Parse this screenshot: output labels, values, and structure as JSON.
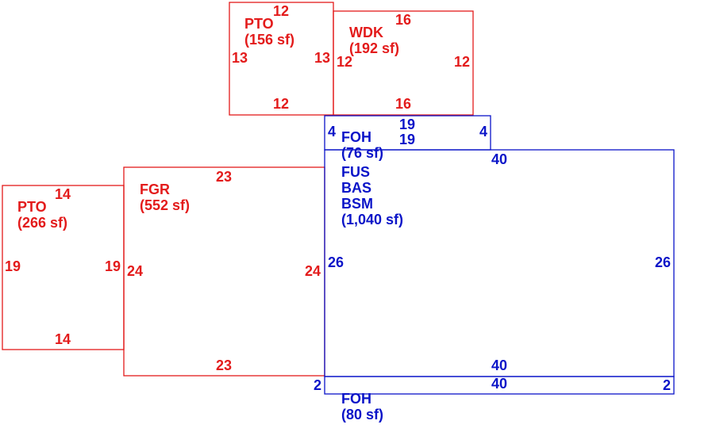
{
  "colors": {
    "red": "#e31b1b",
    "blue": "#0a14c8",
    "background": "#ffffff"
  },
  "areas": {
    "pto_top": {
      "code": "PTO",
      "size": "(156 sf)",
      "top": "12",
      "bottom": "12",
      "left": "13",
      "right": "13"
    },
    "wdk": {
      "code": "WDK",
      "size": "(192 sf)",
      "top": "16",
      "bottom": "16",
      "left": "12",
      "right": "12"
    },
    "foh_top": {
      "code": "FOH",
      "size": "(76 sf)",
      "top": "19",
      "bottom": "19",
      "left": "4",
      "right": "4"
    },
    "main": {
      "line1": "FUS",
      "line2": "BAS",
      "line3": "BSM",
      "size": "(1,040 sf)",
      "top": "40",
      "bottom": "40",
      "left": "26",
      "right": "26"
    },
    "pto_left": {
      "code": "PTO",
      "size": "(266 sf)",
      "top": "14",
      "bottom": "14",
      "left": "19",
      "right": "19"
    },
    "fgr": {
      "code": "FGR",
      "size": "(552 sf)",
      "top": "23",
      "bottom": "23",
      "left": "24",
      "right": "24"
    },
    "foh_bottom": {
      "code": "FOH",
      "size": "(80 sf)",
      "top": "40",
      "left": "2",
      "right": "2"
    }
  }
}
